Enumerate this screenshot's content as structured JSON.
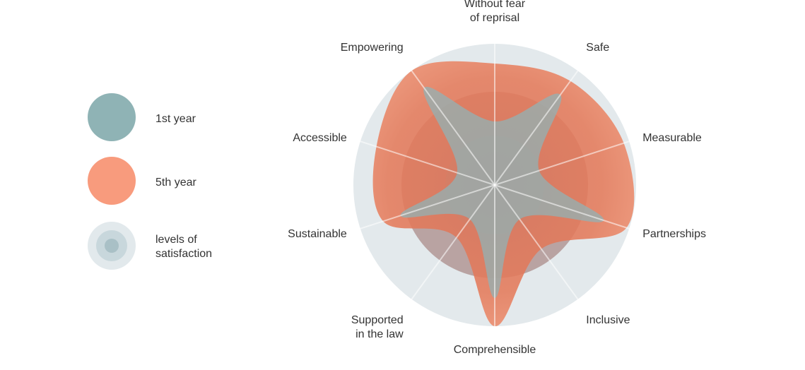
{
  "legend": {
    "year1": {
      "label": "1st year",
      "color": "#8fb3b5"
    },
    "year5": {
      "label": "5th year",
      "color": "#f89b7d"
    },
    "levels": {
      "label_line1": "levels of",
      "label_line2": "satisfaction",
      "colors": [
        "#e2e9ec",
        "#c8d7dc",
        "#a9c0c6"
      ]
    }
  },
  "chart_data": {
    "type": "radar",
    "title": "",
    "categories": [
      "Without fear of reprisal",
      "Safe",
      "Measurable",
      "Partnerships",
      "Inclusive",
      "Comprehensible",
      "Supported in the law",
      "Sustainable",
      "Accessible",
      "Empowering"
    ],
    "category_lines": [
      [
        "Without fear",
        "of reprisal"
      ],
      [
        "Safe"
      ],
      [
        "Measurable"
      ],
      [
        "Partnerships"
      ],
      [
        "Inclusive"
      ],
      [
        "Comprehensible"
      ],
      [
        "Supported",
        "in the law"
      ],
      [
        "Sustainable"
      ],
      [
        "Accessible"
      ],
      [
        "Empowering"
      ]
    ],
    "rmax": 100,
    "levels": [
      35,
      66,
      100
    ],
    "series": [
      {
        "name": "5th year",
        "color": "#ea7c5c",
        "values": [
          86,
          91,
          96,
          98,
          56,
          100,
          46,
          83,
          88,
          100
        ]
      },
      {
        "name": "1st year",
        "color": "#8fb4b9",
        "values": [
          45,
          79,
          33,
          81,
          30,
          80,
          30,
          70,
          28,
          85
        ]
      }
    ]
  }
}
